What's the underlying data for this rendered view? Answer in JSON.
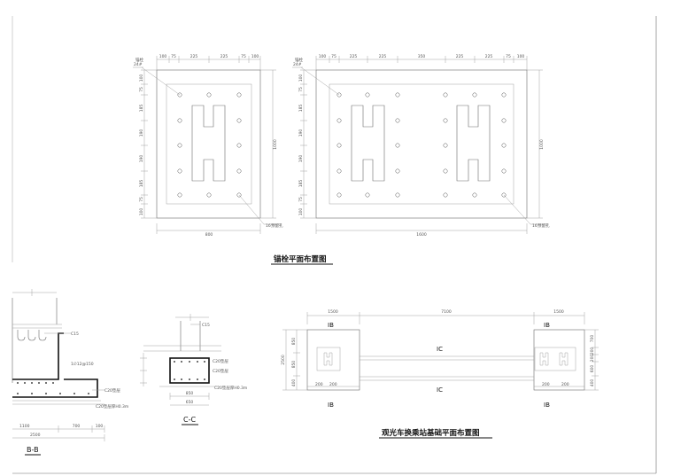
{
  "titles": {
    "anchor_plan": "锚栓平面布置图",
    "section_bb": "B-B",
    "section_cc": "C-C",
    "foundation_plan": "观光车换乘站基础平面布置图"
  },
  "plan_small": {
    "top_dims": [
      "100",
      "75",
      "225",
      "225",
      "75",
      "100"
    ],
    "left_dims": [
      "100",
      "75",
      "185",
      "190",
      "190",
      "185",
      "75",
      "100"
    ],
    "overall_width": "800",
    "overall_height": "1000",
    "callout_top": "24#",
    "callout_top_label": "锚栓",
    "callout_bottom": "16",
    "callout_bottom_label": "预留孔"
  },
  "plan_large": {
    "top_dims": [
      "100",
      "75",
      "225",
      "225",
      "350",
      "225",
      "225",
      "75",
      "100"
    ],
    "left_dims": [
      "100",
      "75",
      "185",
      "190",
      "190",
      "185",
      "75",
      "100"
    ],
    "overall_width": "1600",
    "overall_height": "1000",
    "callout_top": "24#",
    "callout_top_label": "锚栓",
    "callout_bottom": "16",
    "callout_bottom_label": "预留孔"
  },
  "section_bb": {
    "notes": [
      "C15",
      "1∅12@150",
      "C20垫层",
      "C20垫层厚H0.3m"
    ],
    "bottom_dims": [
      "1100",
      "700",
      "100"
    ],
    "overall": "2500"
  },
  "section_cc": {
    "notes": [
      "C15",
      "C20垫层",
      "C20垫层",
      "C20垫层厚H0.3m"
    ],
    "bottom_dims": [
      "850",
      "650"
    ]
  },
  "foundation": {
    "top_left": "1500",
    "top_mid": "7100",
    "top_right": "1500",
    "left_total": "2500",
    "left_dims": [
      "850",
      "850",
      "400"
    ],
    "right_dims": [
      "700",
      "200",
      "200",
      "600",
      "400"
    ],
    "pad_bottom_dims": [
      "200",
      "200",
      "200",
      "200"
    ],
    "labels": {
      "ib_top_left": "IB",
      "ib_top_right": "IB",
      "ib_bottom_left": "IB",
      "ib_bottom_right": "IB",
      "ic_top": "IC",
      "ic_bottom": "IC"
    }
  }
}
